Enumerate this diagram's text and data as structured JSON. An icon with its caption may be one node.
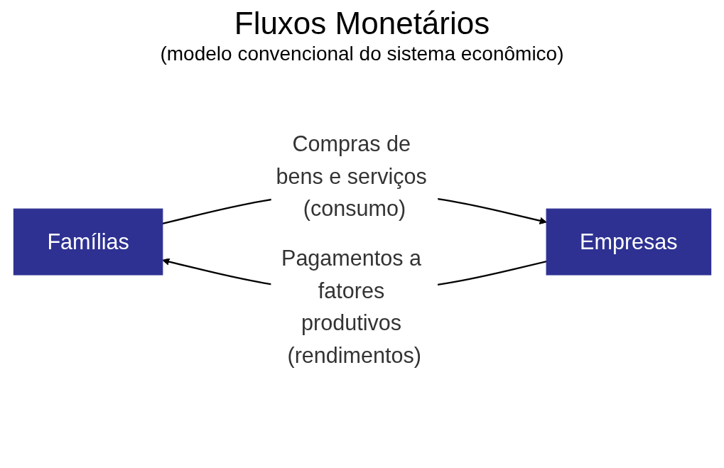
{
  "diagram": {
    "title": "Fluxos Monetários",
    "nodes": [
      {
        "text": [
          "Famílias"
        ]
      },
      {
        "text": [
          "Empresas"
        ]
      }
    ],
    "edges": [
      {
        "from": 0,
        "to": 1,
        "arrow": "to",
        "label": "Compras de bens e serviços (consumo)"
      },
      {
        "from": 1,
        "to": 0,
        "arrow": "to",
        "label": "Pagamentos a fatores produtivos (rendimentos)"
      }
    ],
    "labels": [
      "(modelo convencional do sistema econômico)"
    ]
  }
}
